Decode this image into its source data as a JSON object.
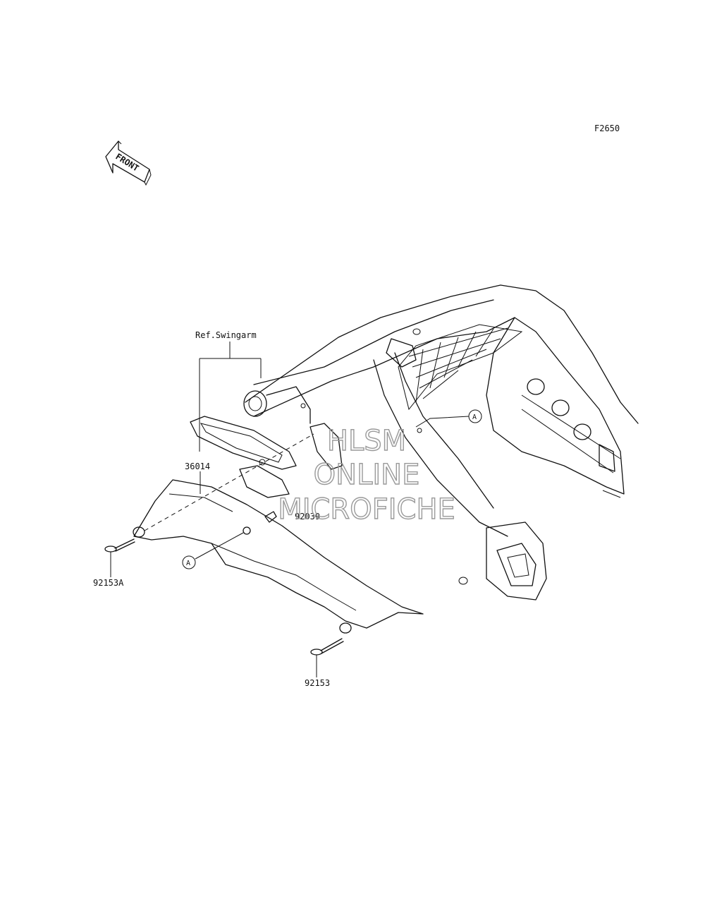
{
  "figure_code": "F2650",
  "front_marker": {
    "text": "FRONT",
    "icon": "front-arrow-icon"
  },
  "ref_label": "Ref.Swingarm",
  "parts": [
    {
      "id": "36014",
      "label": "36014"
    },
    {
      "id": "92039",
      "label": "92039"
    },
    {
      "id": "92153A",
      "label": "92153A"
    },
    {
      "id": "92153",
      "label": "92153"
    }
  ],
  "callout_letter": "A",
  "watermark": [
    "HLSM",
    "ONLINE",
    "MICROFICHE"
  ]
}
